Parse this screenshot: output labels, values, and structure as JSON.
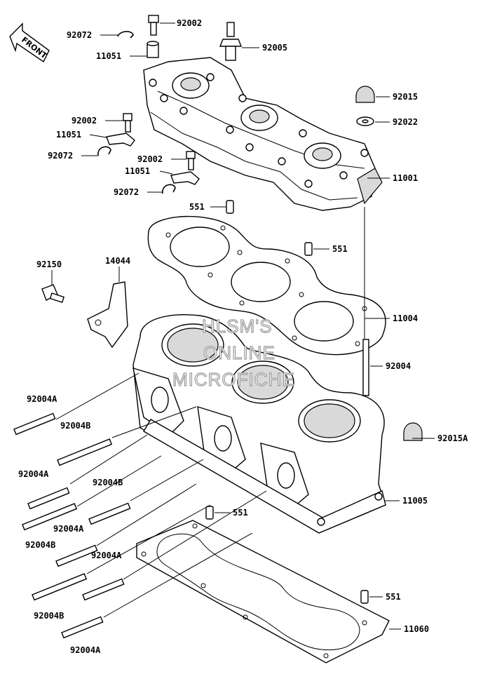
{
  "front_arrow": {
    "text": "FRONT"
  },
  "watermark": {
    "line1": "HLSM'S",
    "line2": "ONLINE",
    "line3": "MICROFICHE"
  },
  "labels": {
    "l92072a": "92072",
    "l92002a": "92002",
    "l11051a": "11051",
    "l92005": "92005",
    "l92015": "92015",
    "l92002b": "92002",
    "l92022": "92022",
    "l11051b": "11051",
    "l92072b": "92072",
    "l92002c": "92002",
    "l11051c": "11051",
    "l11001": "11001",
    "l92072c": "92072",
    "l551a": "551",
    "l551b": "551",
    "l92150": "92150",
    "l14044": "14044",
    "l11004": "11004",
    "l92004": "92004",
    "l92004Aa": "92004A",
    "l92004Ba": "92004B",
    "l92015A": "92015A",
    "l92004Ab": "92004A",
    "l92004Bb": "92004B",
    "l11005": "11005",
    "l551c": "551",
    "l92004Bc": "92004B",
    "l92004Ac": "92004A",
    "l92004Ad": "92004A",
    "l551d": "551",
    "l92004Bd": "92004B",
    "l11060": "11060",
    "l92004Ae": "92004A"
  }
}
